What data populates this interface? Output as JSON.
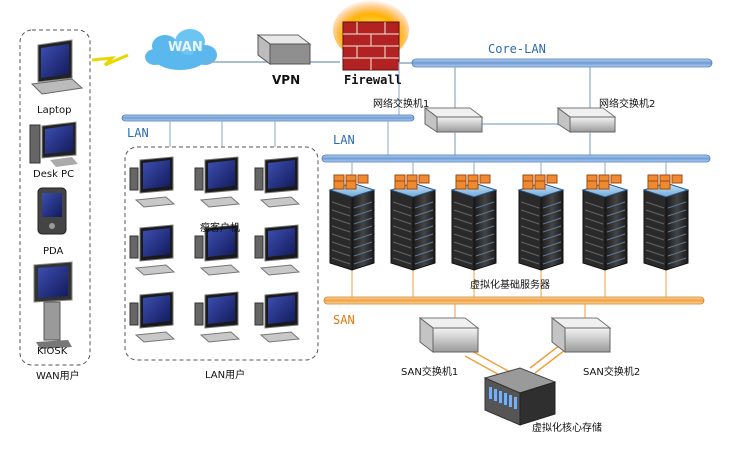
{
  "wan_users": {
    "group_label": "WAN用户",
    "devices": [
      {
        "label": "Laptop"
      },
      {
        "label": "Desk PC"
      },
      {
        "label": "PDA"
      },
      {
        "label": "KIOSK"
      }
    ]
  },
  "wan_cloud": {
    "label": "WAN"
  },
  "vpn": {
    "label": "VPN"
  },
  "firewall": {
    "label": "Firewall"
  },
  "core_lan": {
    "label": "Core-LAN"
  },
  "switches": {
    "switch1": {
      "label": "网络交换机1"
    },
    "switch2": {
      "label": "网络交换机2"
    }
  },
  "lan_top": {
    "label": "LAN"
  },
  "lan_main": {
    "label": "LAN"
  },
  "thin_clients": {
    "label": "瘦客户机",
    "group_label": "LAN用户"
  },
  "servers": {
    "label": "虚拟化基础服务器"
  },
  "san": {
    "label": "SAN"
  },
  "san_switches": {
    "switch1": {
      "label": "SAN交换机1"
    },
    "switch2": {
      "label": "SAN交换机2"
    }
  },
  "storage": {
    "label": "虚拟化核心存储"
  },
  "colors": {
    "lan_bus": "#6d9bd6",
    "san_bus": "#f0a040",
    "label_blue": "#2b6cb0",
    "label_orange": "#e07a10"
  }
}
